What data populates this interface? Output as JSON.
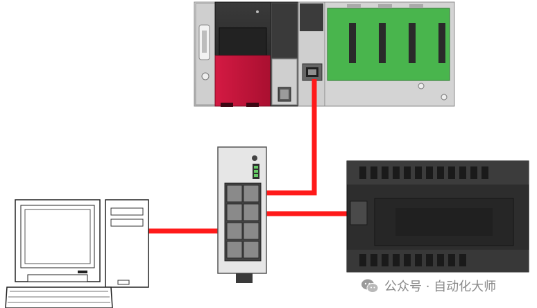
{
  "colors": {
    "cable": "#ff1a1a",
    "plc_red": "#c8153a",
    "board_green": "#49b54d",
    "switch_body": "#e6e6e6",
    "controller_body": "#2d2d2d"
  },
  "devices": [
    {
      "id": "plc-rack",
      "icon": "plc-rack-icon"
    },
    {
      "id": "ethernet-switch",
      "icon": "network-switch-icon"
    },
    {
      "id": "compact-plc",
      "icon": "compact-controller-icon"
    },
    {
      "id": "pc",
      "icon": "desktop-computer-icon"
    }
  ],
  "connections": [
    {
      "from": "plc-rack",
      "to": "ethernet-switch"
    },
    {
      "from": "ethernet-switch",
      "to": "compact-plc"
    },
    {
      "from": "pc",
      "to": "ethernet-switch"
    }
  ],
  "watermark": {
    "icon": "wechat-icon",
    "text": "公众号 · 自动化大师"
  }
}
